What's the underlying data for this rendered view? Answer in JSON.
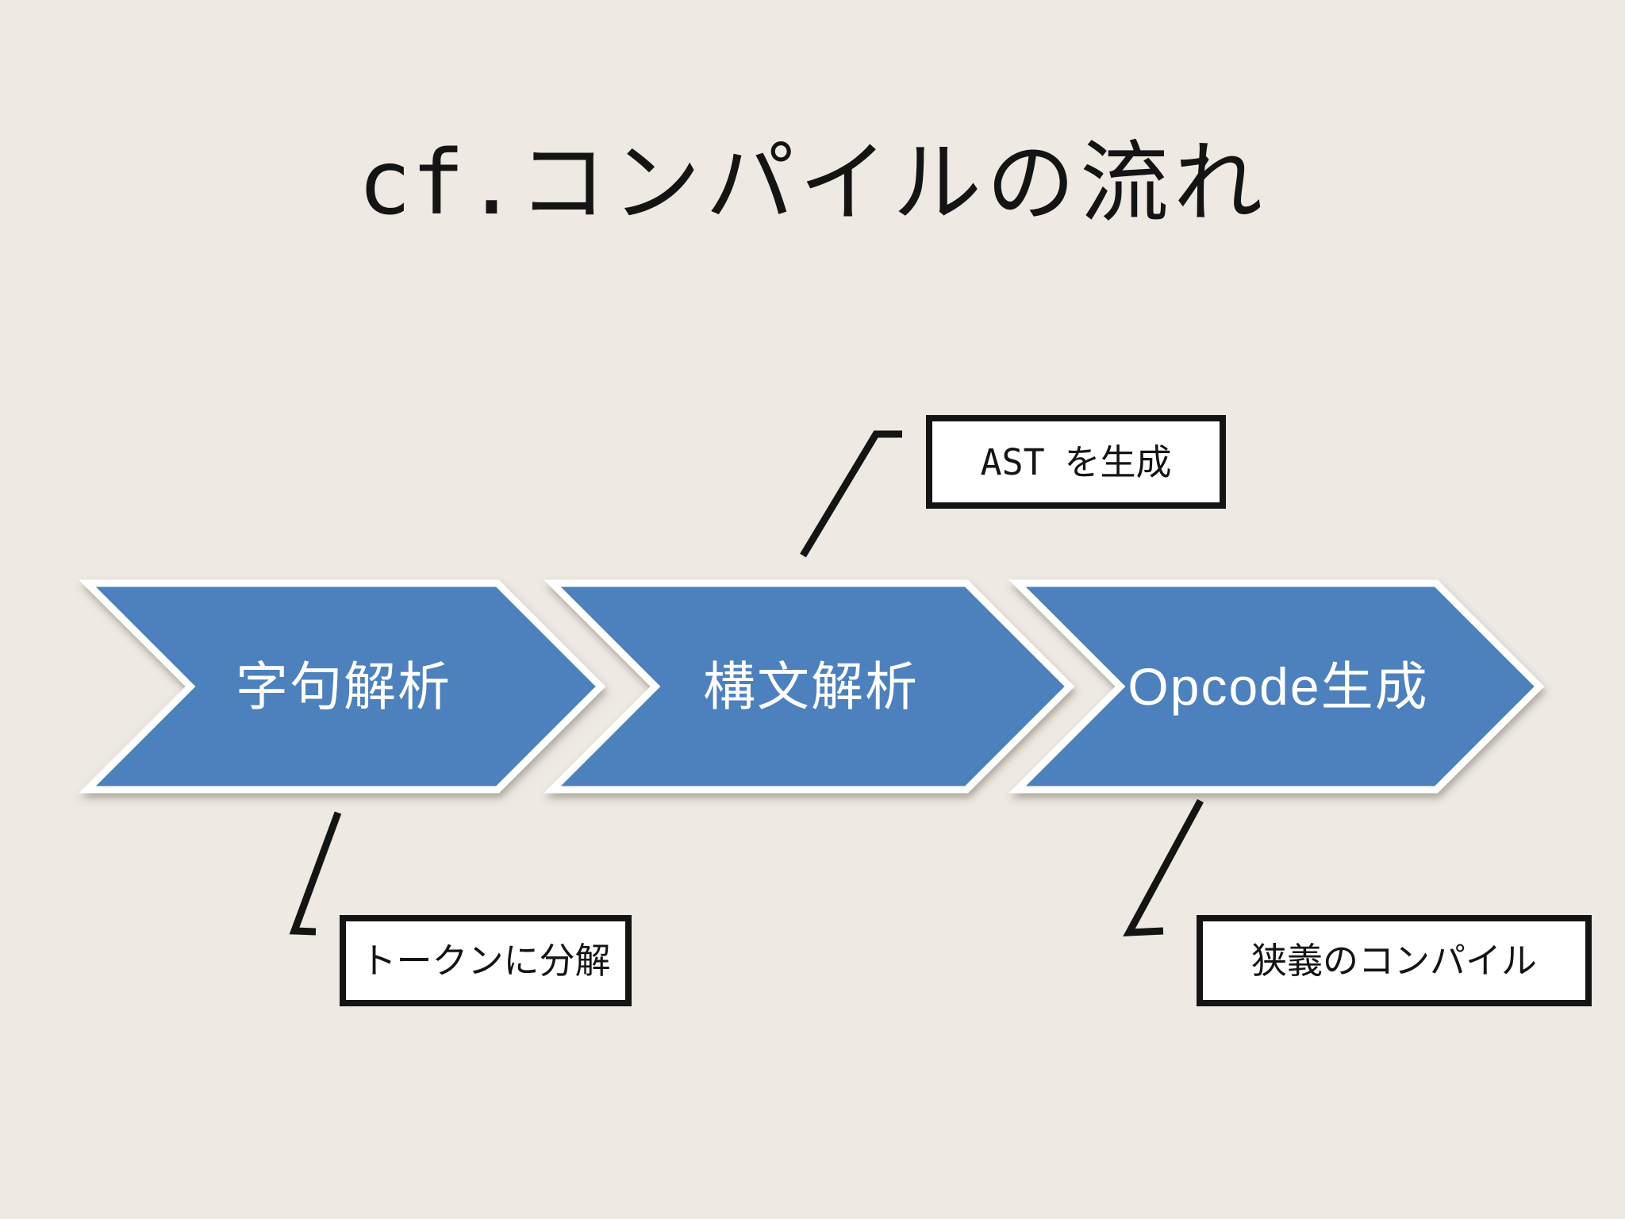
{
  "title": {
    "prefix": "cf.",
    "main": "コンパイルの流れ"
  },
  "colors": {
    "background": "#EEE9E2",
    "arrow_fill": "#4E81BD",
    "arrow_outline": "#FFFFFF",
    "arrow_text": "#FFFFFF",
    "line": "#141414",
    "callout_bg": "#FFFFFF",
    "callout_border": "#141414"
  },
  "arrows": [
    {
      "label": "字句解析"
    },
    {
      "label": "構文解析"
    },
    {
      "label": "Opcode生成"
    }
  ],
  "callouts": [
    {
      "prefix": "AST",
      "text": "を生成"
    },
    {
      "text": "トークンに分解"
    },
    {
      "text": "狭義のコンパイル"
    }
  ]
}
